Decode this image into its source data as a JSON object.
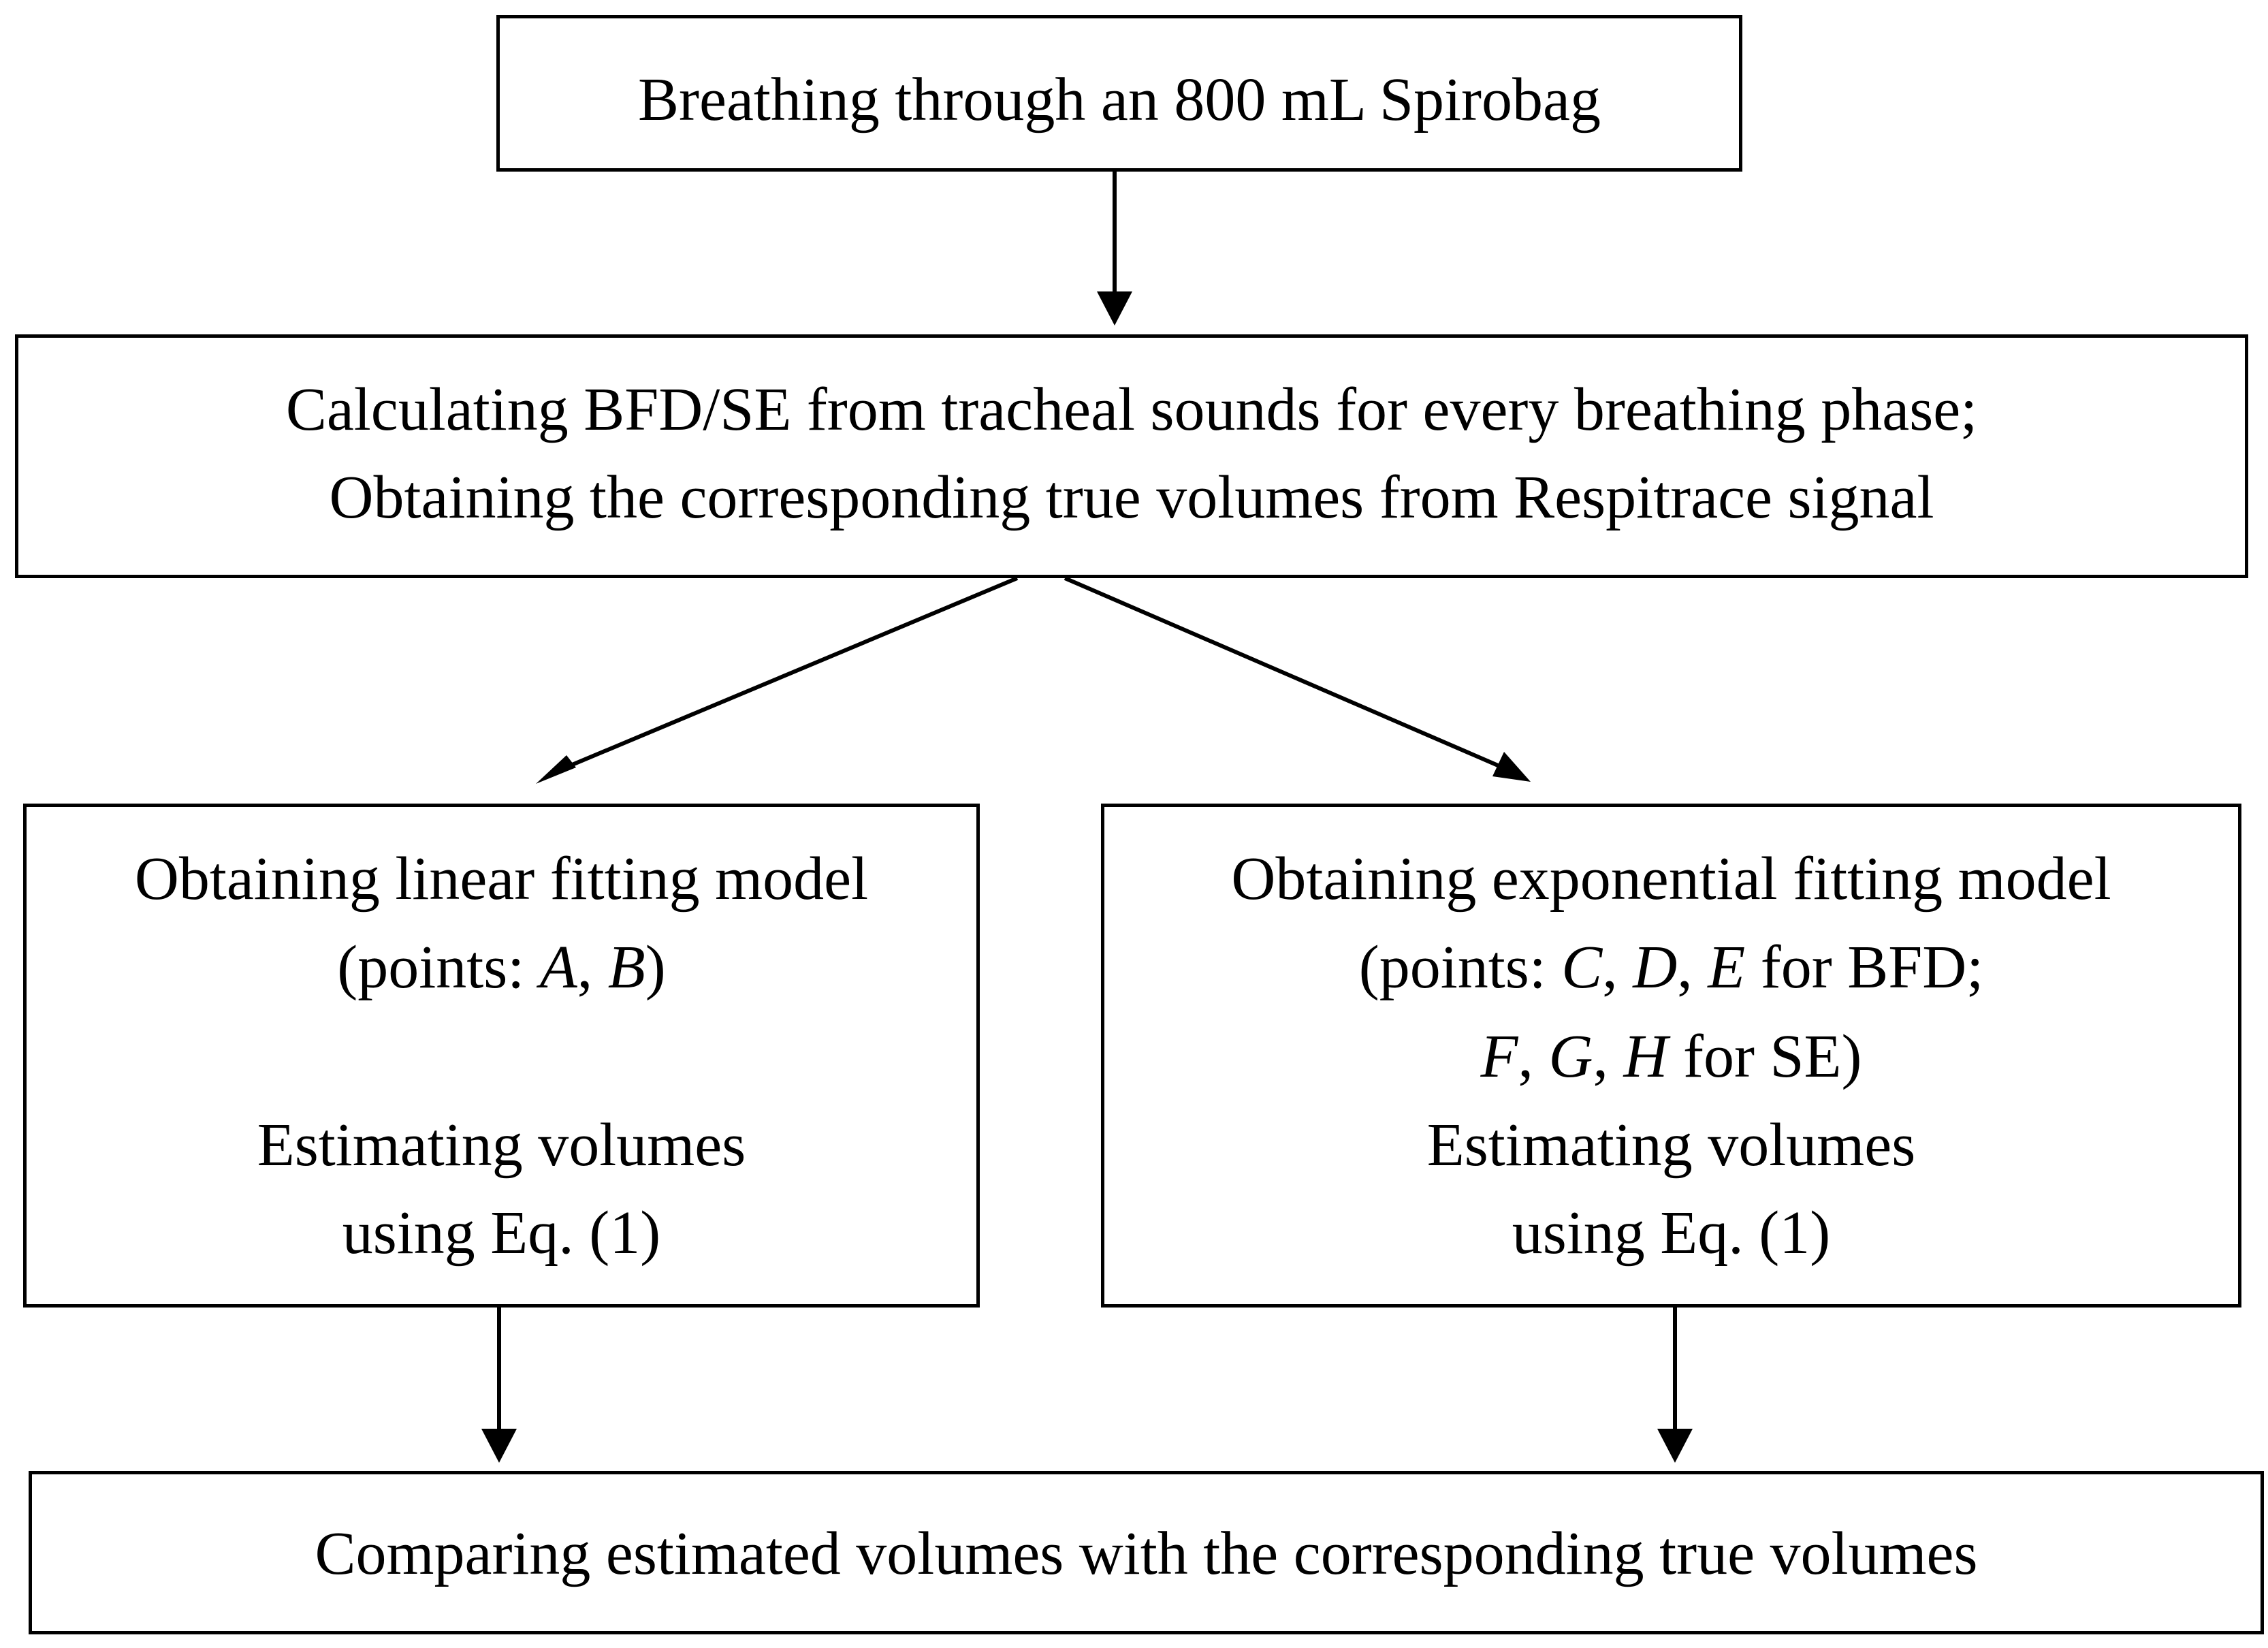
{
  "diagram": {
    "start_box": {
      "text": "Breathing through an 800 mL Spirobag"
    },
    "calc_box": {
      "line1": "Calculating BFD/SE  from tracheal sounds for every breathing phase;",
      "line2": "Obtaining the corresponding true volumes from Respitrace signal"
    },
    "linear_box": {
      "title": "Obtaining linear fitting model",
      "points_prefix": "(points: ",
      "point_a": "A",
      "sep1": ", ",
      "point_b": "B",
      "points_suffix": ")",
      "estimate_line1": "Estimating volumes",
      "estimate_line2": "using Eq. (1)"
    },
    "exp_box": {
      "title": "Obtaining exponential fitting model",
      "points_prefix": "(points: ",
      "point_c": "C",
      "sep1": ", ",
      "point_d": "D",
      "sep2": ", ",
      "point_e": "E",
      "bfd_suffix": " for BFD;",
      "point_f": "F",
      "sep3": ", ",
      "point_g": "G",
      "sep4": ", ",
      "point_h": "H",
      "se_suffix": " for SE)",
      "estimate_line1": "Estimating volumes",
      "estimate_line2": "using Eq. (1)"
    },
    "compare_box": {
      "text": "Comparing estimated volumes with the corresponding true volumes"
    }
  }
}
